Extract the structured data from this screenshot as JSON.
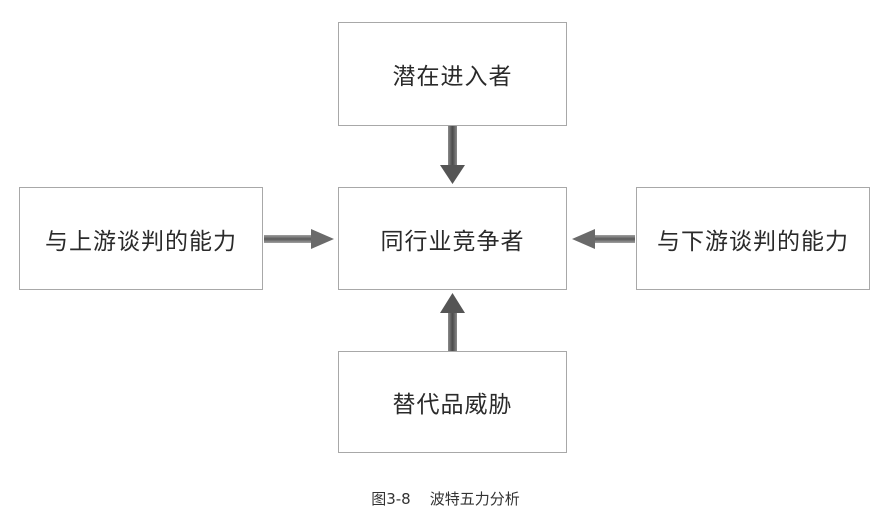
{
  "diagram": {
    "nodes": {
      "top": "潜在进入者",
      "center": "同行业竞争者",
      "left": "与上游谈判的能力",
      "right": "与下游谈判的能力",
      "bottom": "替代品威胁"
    },
    "edges": [
      {
        "from": "top",
        "to": "center"
      },
      {
        "from": "left",
        "to": "center"
      },
      {
        "from": "right",
        "to": "center"
      },
      {
        "from": "bottom",
        "to": "center"
      }
    ],
    "caption": "图3-8    波特五力分析"
  },
  "colors": {
    "box_border": "#a8a8a8",
    "arrow_dark": "#5a5a5a",
    "arrow_light": "#9a9a9a",
    "text": "#2a2a2a"
  }
}
